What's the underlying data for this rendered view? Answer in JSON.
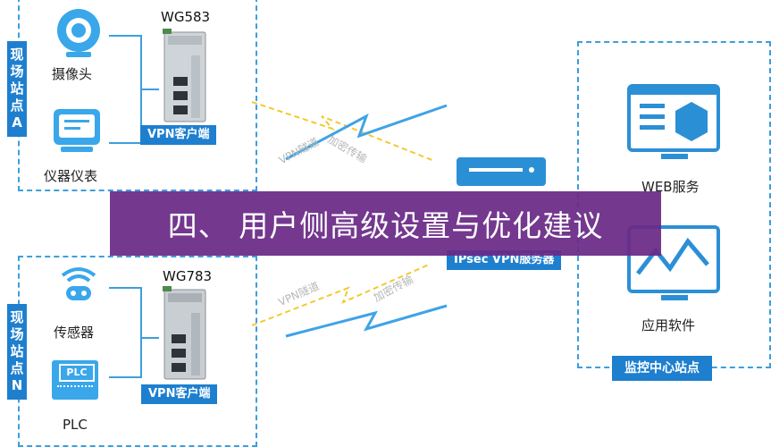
{
  "site_a": {
    "tab": "现场站点A",
    "camera_label": "摄像头",
    "meter_label": "仪器仪表",
    "device_model": "WG583",
    "client_label": "VPN客户端"
  },
  "site_n": {
    "tab": "现场站点N",
    "sensor_label": "传感器",
    "plc_label": "PLC",
    "plc_icon_text": "PLC",
    "device_model": "WG783",
    "client_label": "VPN客户端"
  },
  "tunnel_top": {
    "tunnel": "VPN隧道",
    "encrypt": "加密传输"
  },
  "tunnel_bottom": {
    "tunnel": "VPN隧道",
    "encrypt": "加密传输"
  },
  "server": {
    "label": "IPsec VPN服务器"
  },
  "center": {
    "web_label": "WEB服务",
    "app_label": "应用软件",
    "title": "监控中心站点"
  },
  "overlay": {
    "title": "四、 用户侧高级设置与优化建议"
  }
}
